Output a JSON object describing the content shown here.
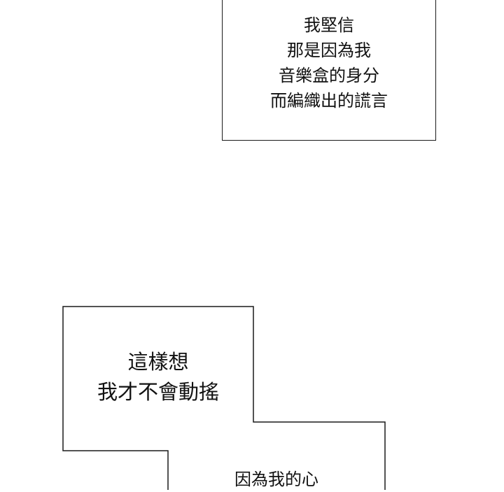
{
  "panels": {
    "top": {
      "lines": [
        "我堅信",
        "那是因為我",
        "音樂盒的身分",
        "而編織出的謊言"
      ]
    },
    "middle": {
      "lines": [
        "這樣想",
        "我才不會動搖"
      ]
    },
    "bottom": {
      "lines": [
        "因為我的心"
      ]
    }
  },
  "colors": {
    "background": "#ffffff",
    "border": "#1a1a1a",
    "text": "#111111"
  }
}
